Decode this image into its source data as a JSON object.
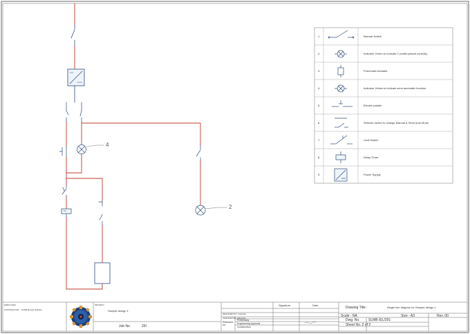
{
  "diagram": {
    "callouts": {
      "c4": "4",
      "c2": "2"
    },
    "timer_text": "T1"
  },
  "legend": {
    "rows": [
      {
        "no": "1.",
        "icon": "manual-switch-icon",
        "label": "Manual Switch"
      },
      {
        "no": "2.",
        "icon": "indicator-lamp-icon",
        "label": "Indicator Green to Indicate C profile placed correctly"
      },
      {
        "no": "3.",
        "icon": "pneumatic-actuator-icon",
        "label": "Pneumatic Actuator"
      },
      {
        "no": "4.",
        "icon": "indicator-lamp-icon",
        "label": "Indicator Yellow to indicate semi automatic function"
      },
      {
        "no": "5.",
        "icon": "push-button-icon",
        "label": "Electric paddle"
      },
      {
        "no": "6.",
        "icon": "selector-switch-icon",
        "label": "Selector switch to change Manual & Semi Auto Mode"
      },
      {
        "no": "7.",
        "icon": "limit-switch-icon",
        "label": "Limit Switch"
      },
      {
        "no": "8.",
        "icon": "delay-timer-icon",
        "label": "Delay Timer"
      },
      {
        "no": "9.",
        "icon": "power-supply-icon",
        "label": "Power Supply"
      }
    ]
  },
  "title_block": {
    "employer_label": "EMPLOYER",
    "contractor_label": "CONTRACTOR",
    "contractor_value": "SLMB Design Solution",
    "project_label": "PROJECT",
    "project_value": "Sample design 1",
    "job_no_label": "Job No",
    "job_no_value": "2/II",
    "signature_label": "Signature",
    "date_label": "Date",
    "designed_by": "DESIGNED BY: Aravinda",
    "checked_by": "CHECKED BY: Adinesha",
    "released_for_label": "Released for",
    "released_items": [
      "Preliminary",
      "Engineering Approval",
      "Construction"
    ],
    "drawing_title_label": "Drawing Title :",
    "drawing_title_value": "Single line diagram for Sample design 1",
    "scale": "Scale - NA",
    "size": "Size - A3",
    "rev": "Rev. 00",
    "dwg_no_label": "Dwg. No.",
    "dwg_no_value": "SLMB /EL/291",
    "sheet_no": "Sheet No. 2 of 2"
  }
}
